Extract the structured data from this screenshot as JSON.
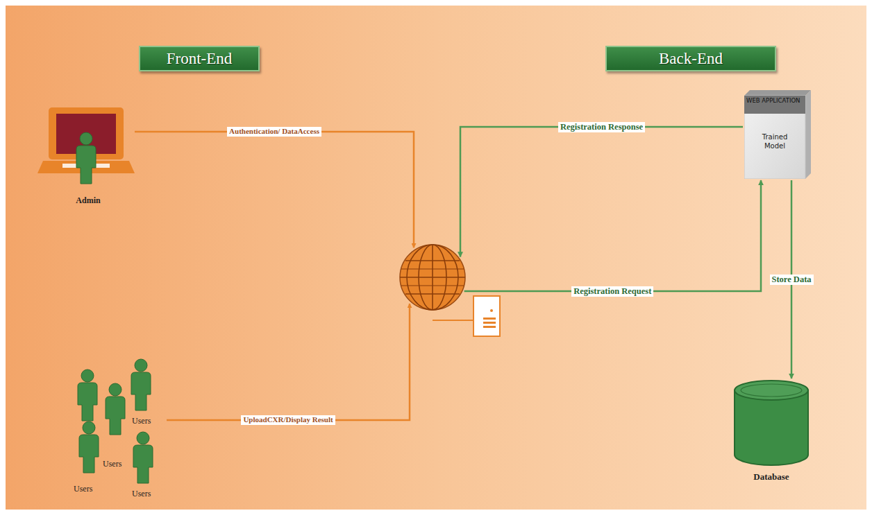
{
  "diagram": {
    "nodes": [
      {
        "text": [
          "Front-End"
        ]
      },
      {
        "text": [
          "Back-End"
        ]
      },
      {
        "text": [
          "Admin"
        ]
      },
      {
        "text": [
          "Users",
          "Users",
          "Users",
          "Users"
        ]
      },
      {
        "text": []
      },
      {
        "text": [
          "WEB APPLICATION",
          "Trained Model"
        ]
      },
      {
        "text": [
          "Database"
        ]
      }
    ],
    "edges": [
      {
        "from": 2,
        "to": 4,
        "label": "Authentication/ DataAccess",
        "arrow": "to"
      },
      {
        "from": 3,
        "to": 4,
        "label": "UploadCXR/Display Result",
        "arrow": "to"
      },
      {
        "from": 5,
        "to": 4,
        "label": "Registration Response",
        "arrow": "to"
      },
      {
        "from": 4,
        "to": 5,
        "label": "Registration Request",
        "arrow": "to"
      },
      {
        "from": 5,
        "to": 6,
        "label": "Store Data",
        "arrow": "to"
      }
    ]
  }
}
